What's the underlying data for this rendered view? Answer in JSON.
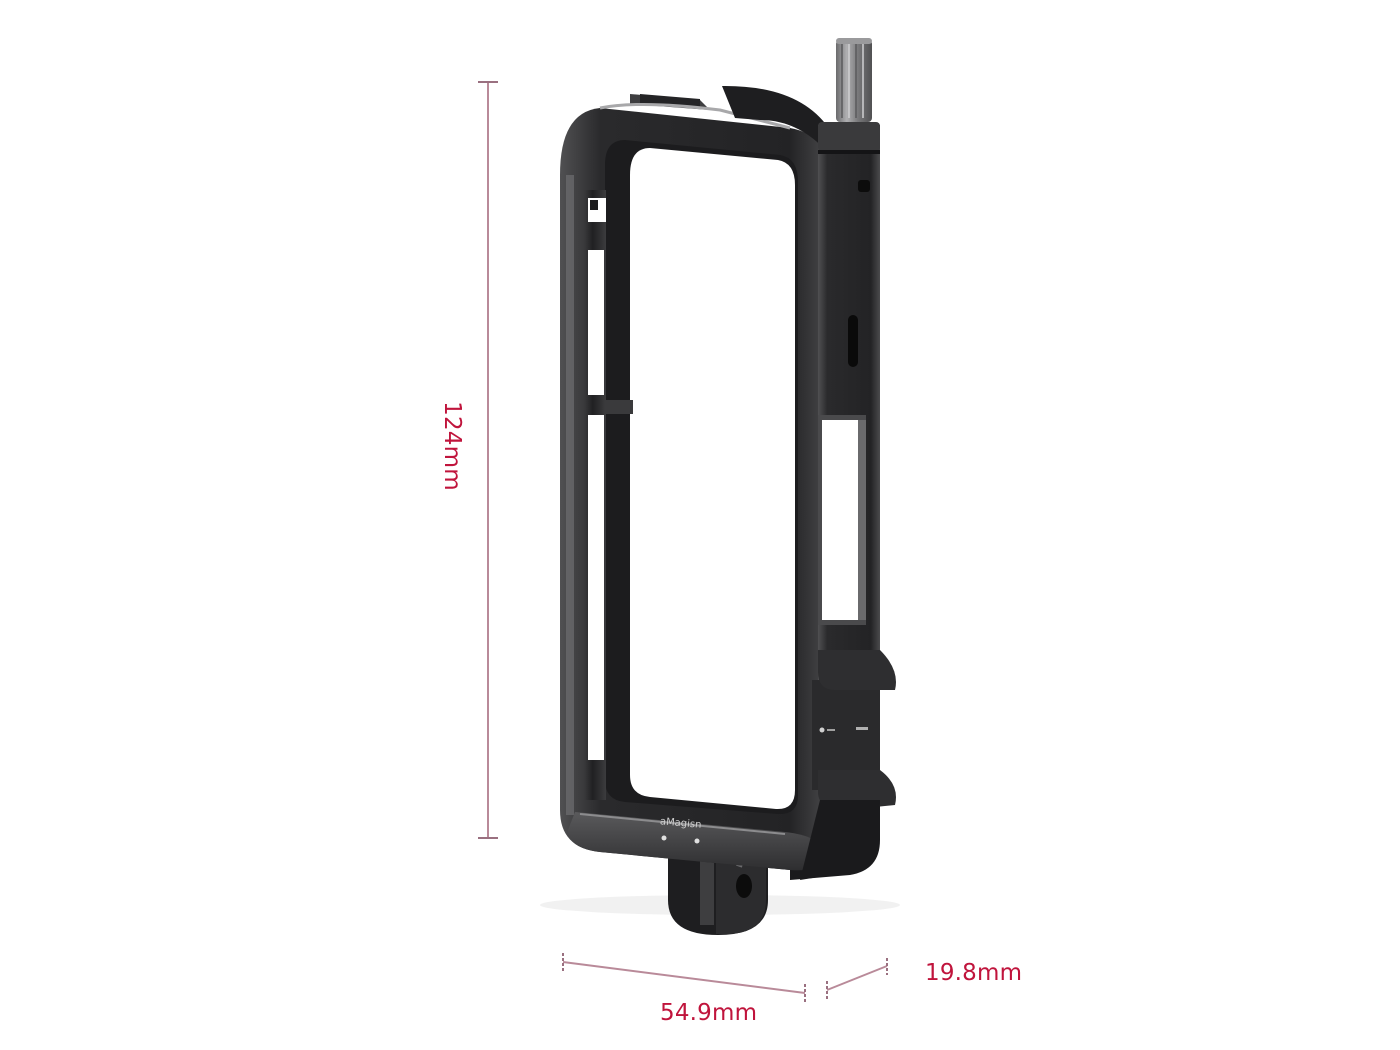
{
  "product": {
    "name": "camera cage",
    "brand_engraving": "aMagisn",
    "colors": {
      "body": "#2b2b2d",
      "highlight": "#8a8a8c",
      "dimension_line": "#b98a99",
      "dimension_text": "#c0143c",
      "background": "#ffffff"
    }
  },
  "dimensions": {
    "height": {
      "label": "124mm",
      "orientation": "vertical"
    },
    "width": {
      "label": "54.9mm",
      "orientation": "diagonal-bottom"
    },
    "depth": {
      "label": "19.8mm",
      "orientation": "diagonal-bottom-right"
    }
  }
}
